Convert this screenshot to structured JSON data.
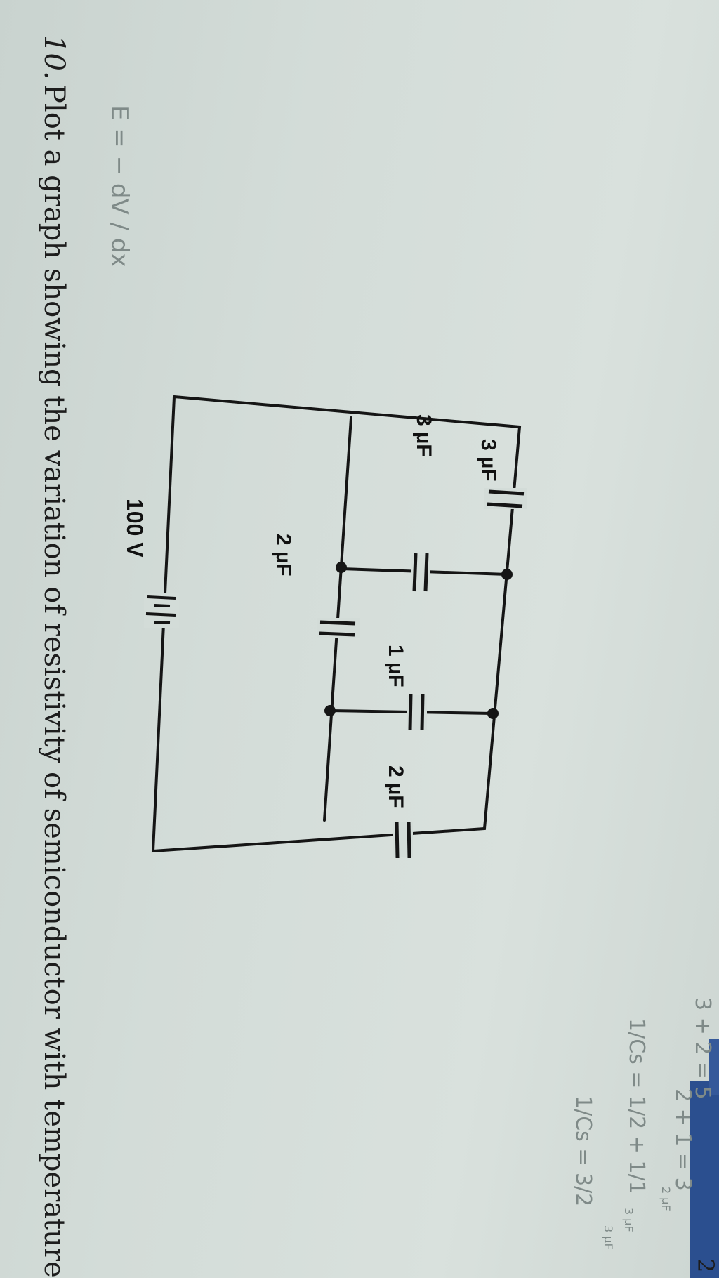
{
  "question": {
    "number": "10.",
    "text": "Plot a graph showing the variation of resistivity of semiconductor with temperature.",
    "marks": "2"
  },
  "circuit": {
    "capacitor_top": "3 µF",
    "capacitor_left_middle": "3 µF",
    "capacitor_lower_middle": "2 µF",
    "capacitor_right_middle": "1 µF",
    "capacitor_right": "2 µF",
    "battery": "100 V"
  },
  "handwriting": {
    "efield": "E = − dV / dx",
    "sum1": "2 + 1 = 3",
    "sum2": "3 + 2 = 5",
    "inverse": "1/Cs = 1/2 + 1/1",
    "inverse2": "1/Cs = 3/2",
    "small1": "2 µF",
    "small2": "3 µF",
    "small3": "3 µF"
  },
  "colors": {
    "paper": "#d3dcd8",
    "ink": "#1d1d1d",
    "pencil": "#7f8a88",
    "binder_blue": "#2b4f8f"
  }
}
